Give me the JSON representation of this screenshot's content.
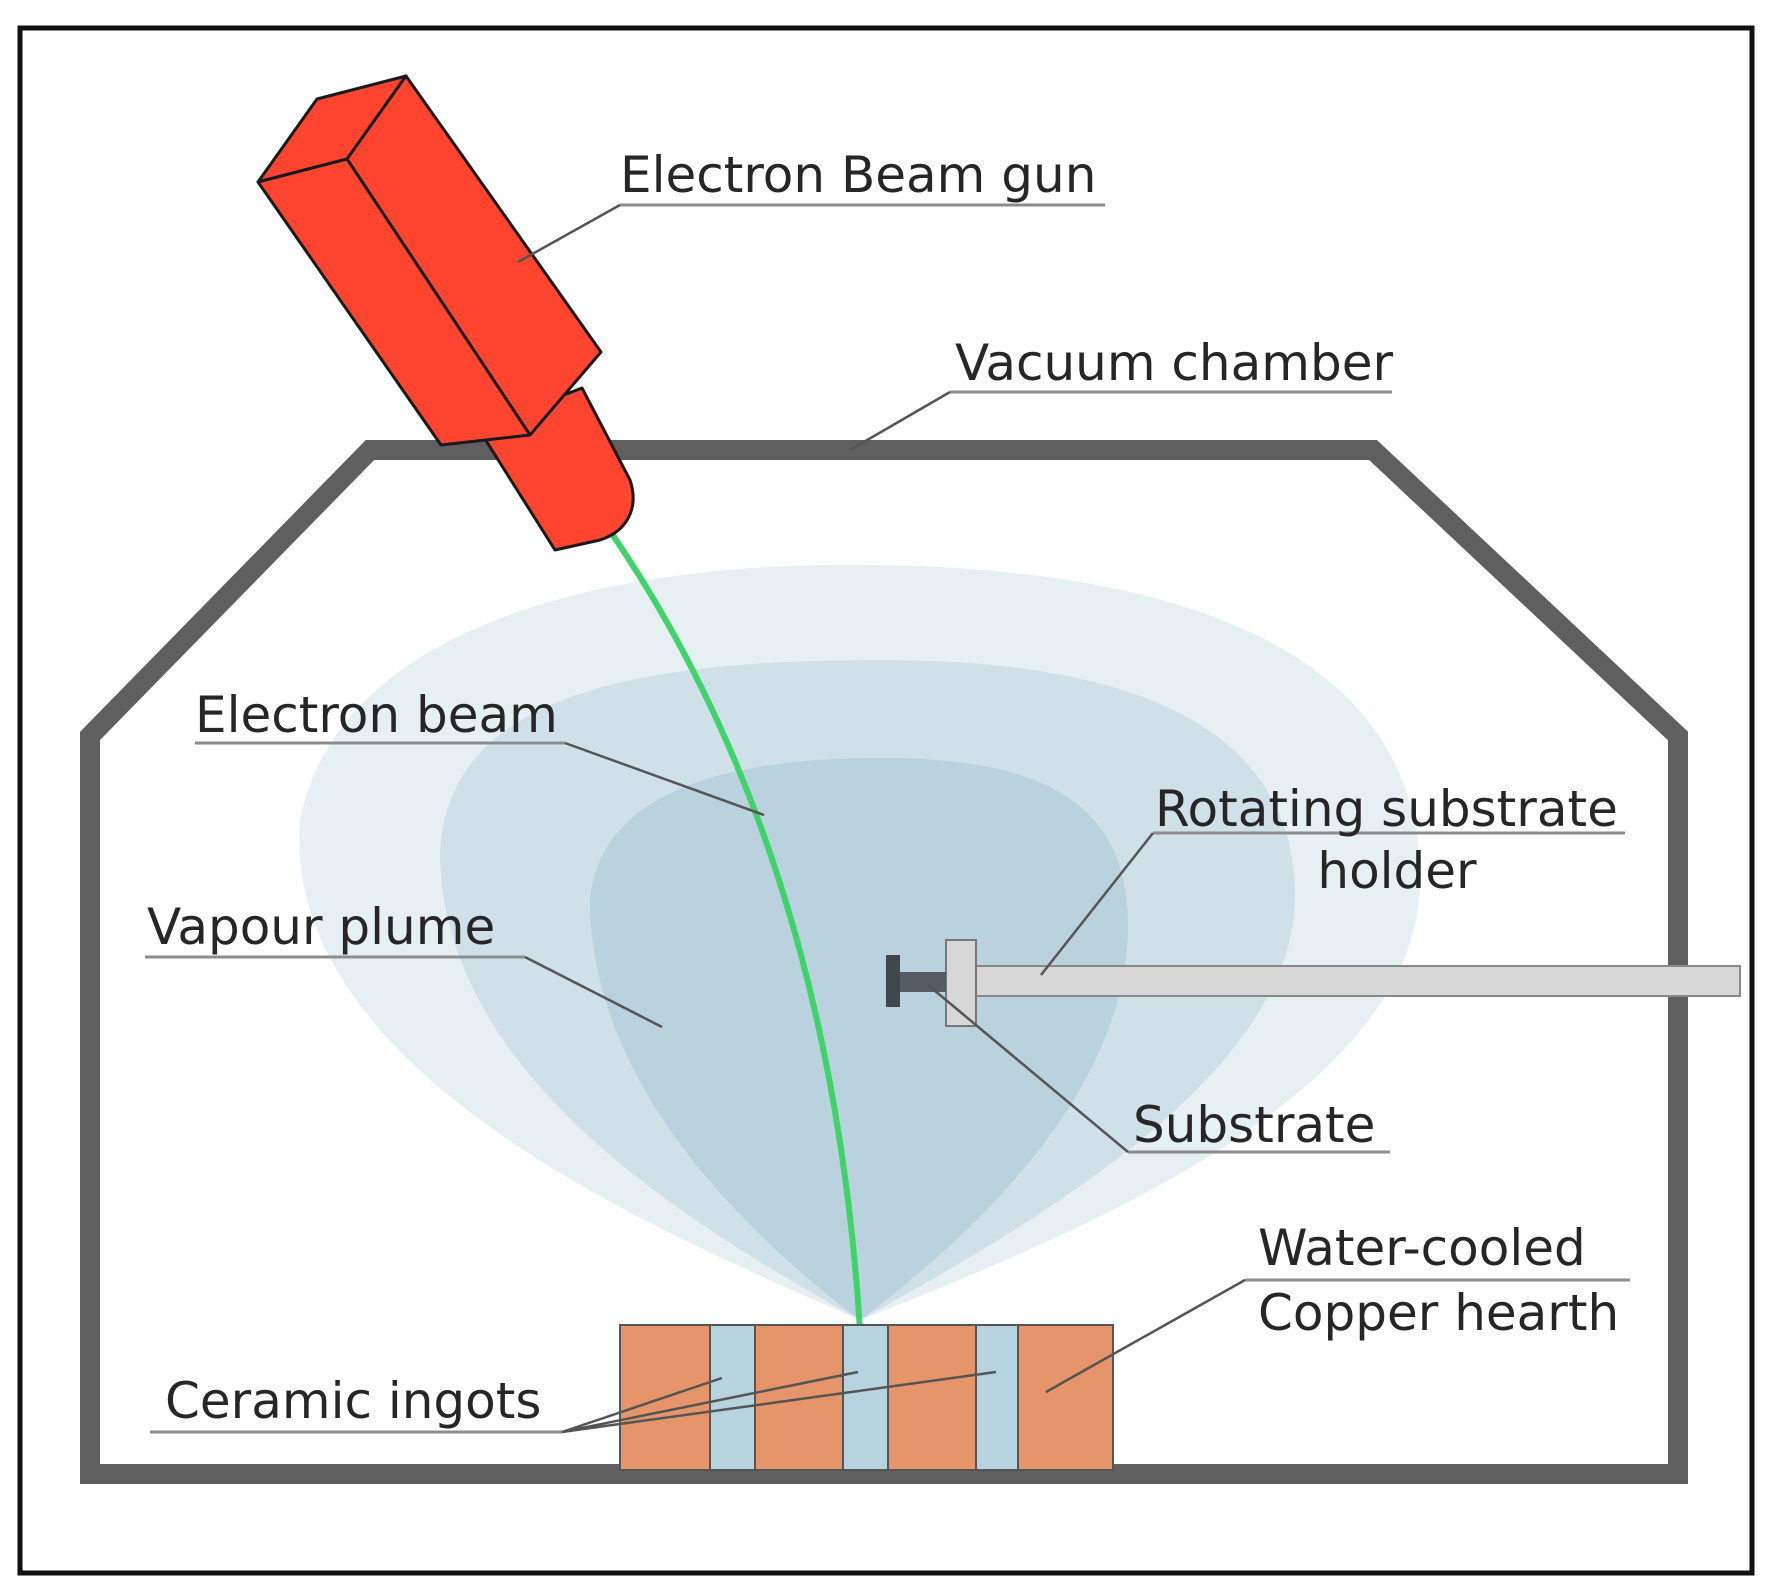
{
  "labels": {
    "gun": "Electron Beam gun",
    "chamber": "Vacuum chamber",
    "beam": "Electron beam",
    "holder_line1": "Rotating substrate",
    "holder_line2": "holder",
    "plume": "Vapour plume",
    "substrate": "Substrate",
    "hearth_line1": "Water-cooled",
    "hearth_line2": "Copper hearth",
    "ingots": "Ceramic ingots"
  },
  "colors": {
    "gun": "#ff4530",
    "beam": "#3fd36a",
    "chamber_wall": "#5f5f5f",
    "plume_outer": "#e6eff2",
    "plume_mid": "#cfe0e8",
    "plume_inner": "#b9d2de",
    "copper": "#e6956a",
    "ingot": "#b8d3e0",
    "holder": "#d7d7d7"
  }
}
